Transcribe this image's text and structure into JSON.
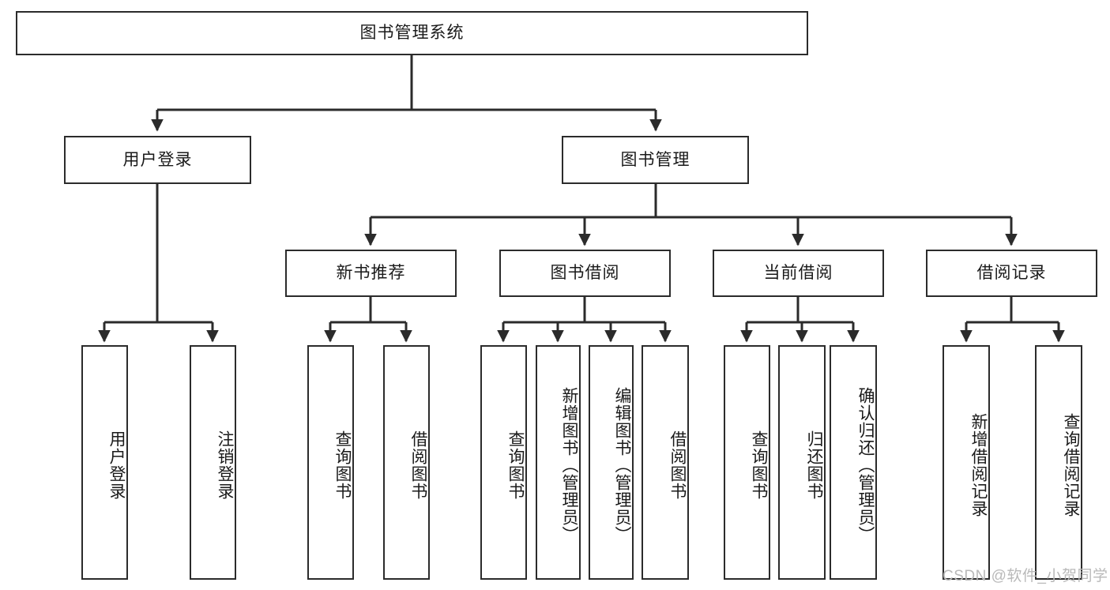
{
  "diagram": {
    "title": "图书管理系统",
    "type": "tree-hierarchy",
    "line_color": "#2b2b2b",
    "box_fill": "#ffffff",
    "text_color": "#1a1a1a"
  },
  "root": {
    "label": "图书管理系统"
  },
  "level1": [
    {
      "label": "用户登录"
    },
    {
      "label": "图书管理"
    }
  ],
  "level2": [
    {
      "label": "新书推荐"
    },
    {
      "label": "图书借阅"
    },
    {
      "label": "当前借阅"
    },
    {
      "label": "借阅记录"
    }
  ],
  "leaves": {
    "user_login": [
      {
        "label": "用户登录"
      },
      {
        "label": "注销登录"
      }
    ],
    "new_book_recommend": [
      {
        "label": "查询图书"
      },
      {
        "label": "借阅图书"
      }
    ],
    "book_borrow": [
      {
        "label": "查询图书"
      },
      {
        "label": "新增图书（管理员）"
      },
      {
        "label": "编辑图书（管理员）"
      },
      {
        "label": "借阅图书"
      }
    ],
    "current_borrow": [
      {
        "label": "查询图书"
      },
      {
        "label": "归还图书"
      },
      {
        "label": "确认归还（管理员）"
      }
    ],
    "borrow_record": [
      {
        "label": "新增借阅记录"
      },
      {
        "label": "查询借阅记录"
      }
    ]
  },
  "watermark": {
    "text": "CSDN @软件_小贺同学",
    "color": "#b9b9b9"
  }
}
